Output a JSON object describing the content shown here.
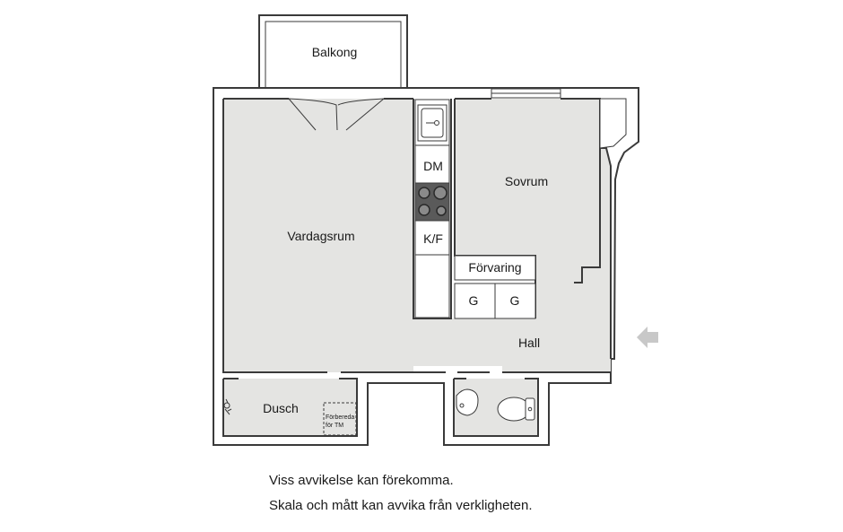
{
  "rooms": {
    "balcony": "Balkong",
    "living_room": "Vardagsrum",
    "bedroom": "Sovrum",
    "hall": "Hall",
    "shower": "Dusch",
    "storage": "Förvaring",
    "dishwasher": "DM",
    "fridge_freezer": "K/F",
    "wardrobe_1": "G",
    "wardrobe_2": "G",
    "washer_prep_line1": "Förbereda",
    "washer_prep_line2": "för TM"
  },
  "disclaimer": {
    "line1": "Viss avvikelse kan förekomma.",
    "line2": "Skala och mått kan avvika från verkligheten."
  },
  "colors": {
    "floor": "#e4e4e2",
    "wall": "#3a3a3a",
    "entrance_arrow": "#c8c8c8"
  }
}
